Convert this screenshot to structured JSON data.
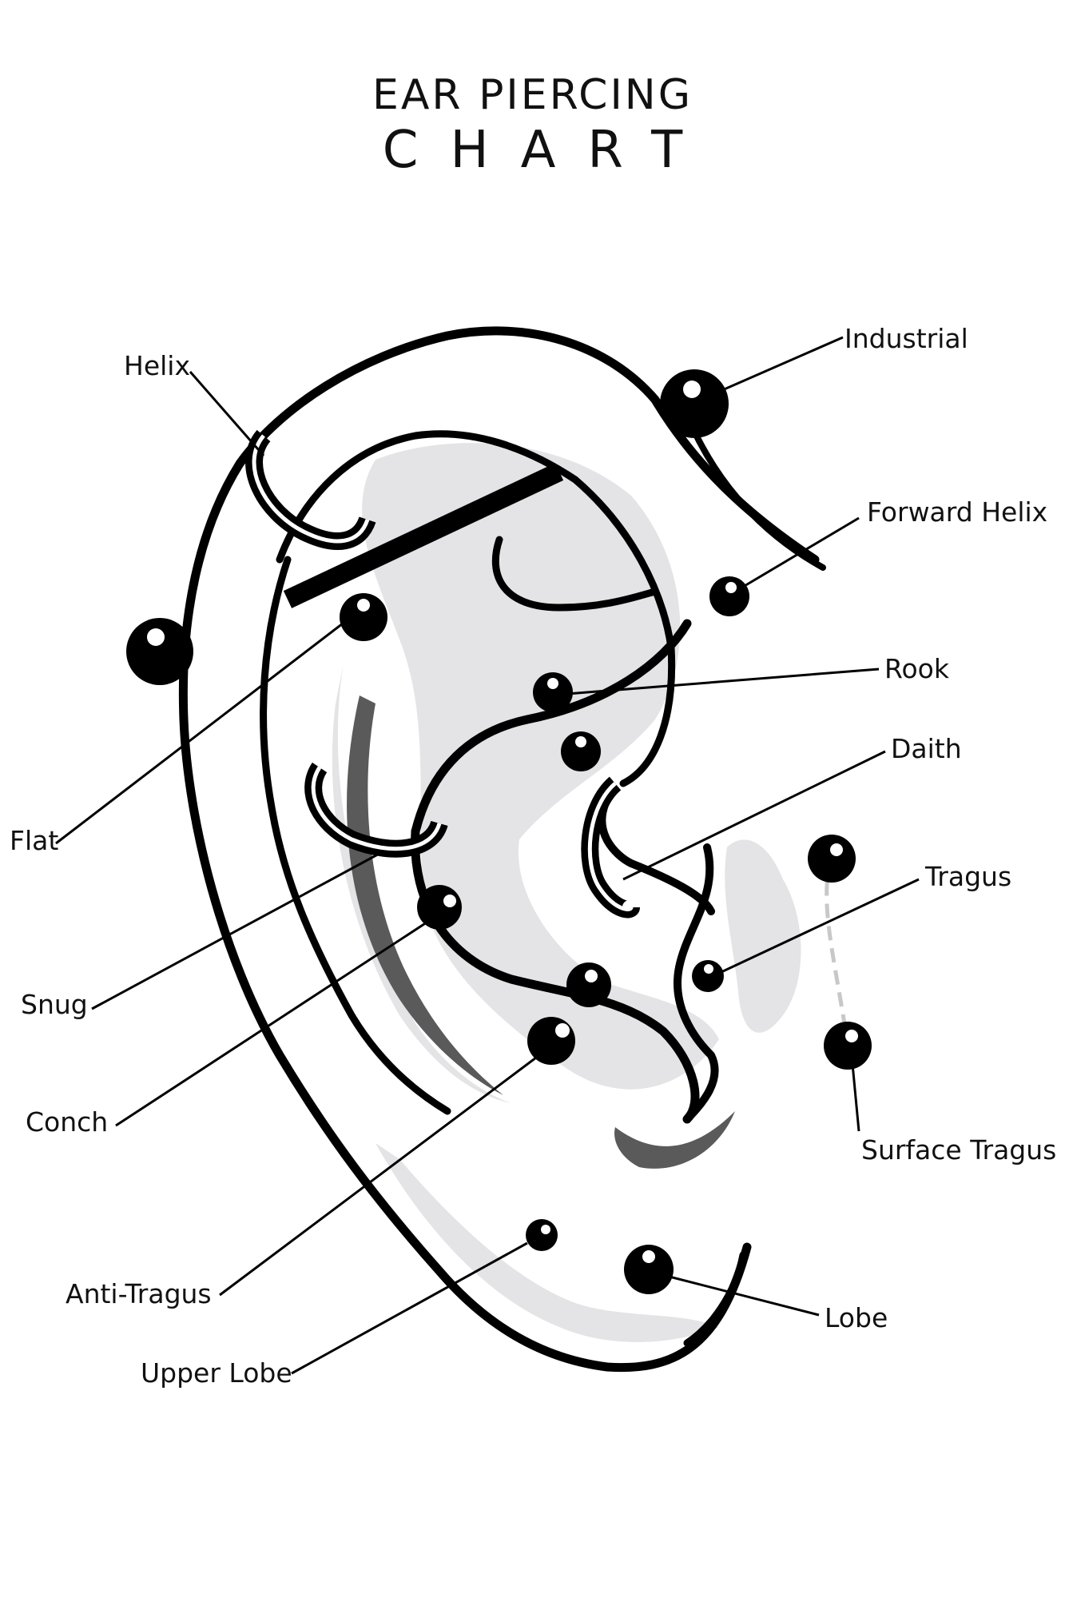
{
  "title": {
    "line1": "EAR PIERCING",
    "line2": "CHART"
  },
  "labels": {
    "helix": "Helix",
    "industrial": "Industrial",
    "forward_helix": "Forward Helix",
    "rook": "Rook",
    "daith": "Daith",
    "tragus": "Tragus",
    "surface_tragus": "Surface Tragus",
    "flat": "Flat",
    "snug": "Snug",
    "conch": "Conch",
    "anti_tragus": "Anti-Tragus",
    "upper_lobe": "Upper Lobe",
    "lobe": "Lobe"
  },
  "colors": {
    "ink": "#000000",
    "shade": "#e4e3e6",
    "shade_dark": "#5a5a5a",
    "bg": "#ffffff"
  }
}
